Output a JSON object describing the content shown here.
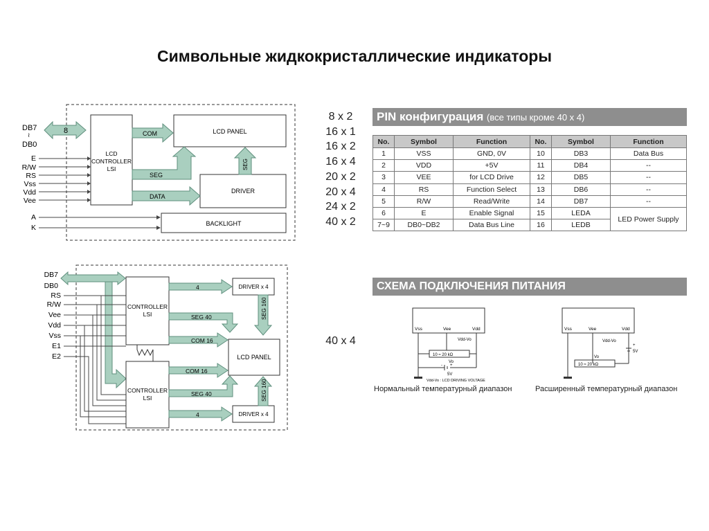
{
  "title": "Символьные жидкокристаллические индикаторы",
  "diagram1": {
    "pins": [
      "E",
      "R/W",
      "RS",
      "Vss",
      "Vdd",
      "Vee"
    ],
    "db_top": "DB7",
    "db_bottom": "DB0",
    "bus_width": "8",
    "pin_a": "A",
    "pin_k": "K",
    "controller": [
      "LCD",
      "CONTROLLER",
      "LSI"
    ],
    "lcd_panel": "LCD PANEL",
    "driver": "DRIVER",
    "backlight": "BACKLIGHT",
    "com": "COM",
    "seg": "SEG",
    "seg_vertical": "SEG",
    "data": "DATA"
  },
  "sizes": [
    "8 x 2",
    "16 x 1",
    "16 x 2",
    "16 x 4",
    "20 x 2",
    "20 x 4",
    "24 x 2",
    "40 x 2"
  ],
  "size_4x40": "40 x 4",
  "pin_config": {
    "title": "PIN конфигурация",
    "subtitle": "(все типы кроме 40 x 4)",
    "headers": [
      "No.",
      "Symbol",
      "Function",
      "No.",
      "Symbol",
      "Function"
    ],
    "rows": [
      [
        "1",
        "VSS",
        "GND, 0V",
        "10",
        "DB3",
        "Data Bus"
      ],
      [
        "2",
        "VDD",
        "+5V",
        "11",
        "DB4",
        "--"
      ],
      [
        "3",
        "VEE",
        "for LCD Drive",
        "12",
        "DB5",
        "--"
      ],
      [
        "4",
        "RS",
        "Function Select",
        "13",
        "DB6",
        "--"
      ],
      [
        "5",
        "R/W",
        "Read/Write",
        "14",
        "DB7",
        "--"
      ],
      [
        "6",
        "E",
        "Enable Signal",
        "15",
        "LEDA",
        "LED Power Supply"
      ],
      [
        "7~9",
        "DB0~DB2",
        "Data Bus Line",
        "16",
        "LEDB",
        ""
      ]
    ]
  },
  "diagram2": {
    "pins": [
      "RS",
      "R/W",
      "Vee",
      "Vdd",
      "Vss",
      "E1",
      "E2"
    ],
    "db_top": "DB7",
    "db_bottom": "DB0",
    "controller1": [
      "CONTROLLER",
      "LSI"
    ],
    "controller2": [
      "CONTROLLER",
      "LSI"
    ],
    "lcd_panel": "LCD PANEL",
    "driver_top": "DRIVER x 4",
    "driver_bottom": "DRIVER x 4",
    "bus4_top": "4",
    "bus4_bottom": "4",
    "seg40_top": "SEG 40",
    "seg40_bottom": "SEG 40",
    "com16_top": "COM 16",
    "com16_bottom": "COM 16",
    "seg160_top": "SEG 160",
    "seg160_bottom": "SEG 160"
  },
  "power": {
    "title": "СХЕМА ПОДКЛЮЧЕНИЯ ПИТАНИЯ",
    "vss": "Vss",
    "vee": "Vee",
    "vdd": "Vdd",
    "vdd_vo": "Vdd-Vo",
    "vo": "Vo",
    "resistor": "10 ≈ 20 kΩ",
    "five_v": "5V",
    "plus": "+",
    "minus": "-",
    "note": "Vdd-Vo : LCD DRIVING VOLTAGE",
    "caption_normal": "Нормальный температурный диапазон",
    "caption_extended": "Расширенный температурный диапазон"
  },
  "colors": {
    "arrow_fill": "#a9cfbf",
    "arrow_stroke": "#5f8f7d",
    "banner": "#8e8e8e"
  }
}
